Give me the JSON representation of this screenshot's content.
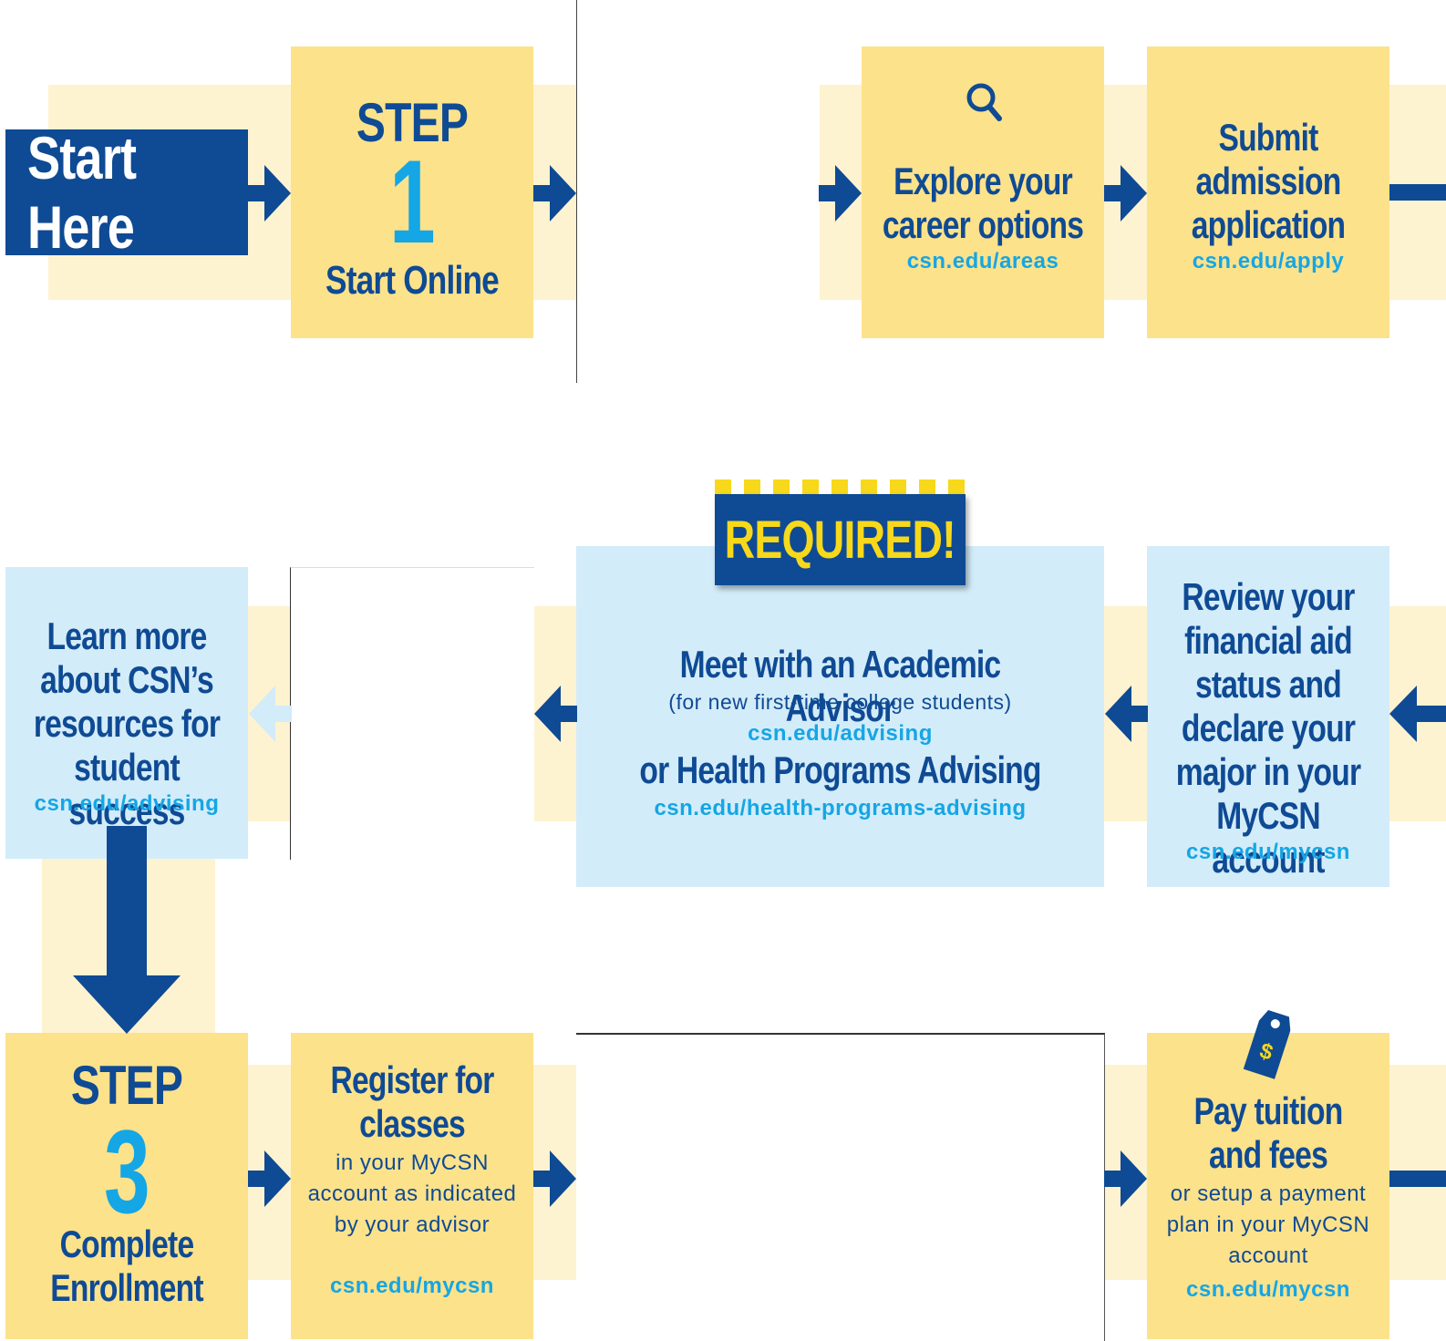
{
  "colors": {
    "navy": "#0f4a94",
    "cyan": "#15a6e5",
    "yellow": "#fce28a",
    "band": "#fef3d0",
    "light_blue": "#d3ecf9",
    "required_text": "#f7d81a"
  },
  "start_here": {
    "label": "Start Here"
  },
  "step1": {
    "step": "STEP",
    "number": "1",
    "title": "Start Online"
  },
  "explore": {
    "icon": "search-icon",
    "title": "Explore your career options",
    "link": "csn.edu/areas"
  },
  "submit": {
    "title": "Submit admission application",
    "link": "csn.edu/apply"
  },
  "required": {
    "badge": "REQUIRED!",
    "title": "Meet with an Academic Advisor",
    "note": "(for new first-time college students)",
    "link": "csn.edu/advising",
    "alt_title": "or Health Programs Advising",
    "alt_link": "csn.edu/health-programs-advising"
  },
  "review": {
    "title": "Review your financial aid status and declare your major in your MyCSN account",
    "link": "csn.edu/mycsn"
  },
  "learn": {
    "title": "Learn more about CSN’s resources for student success",
    "link": "csn.edu/advising"
  },
  "step3": {
    "step": "STEP",
    "number": "3",
    "title": "Complete Enrollment"
  },
  "register": {
    "title": "Register for classes",
    "body": "in your MyCSN account as indicated by your advisor",
    "link": "csn.edu/mycsn"
  },
  "pay": {
    "icon": "price-tag-icon",
    "title": "Pay tuition and fees",
    "body": "or setup a payment plan in your MyCSN account",
    "link": "csn.edu/mycsn"
  }
}
